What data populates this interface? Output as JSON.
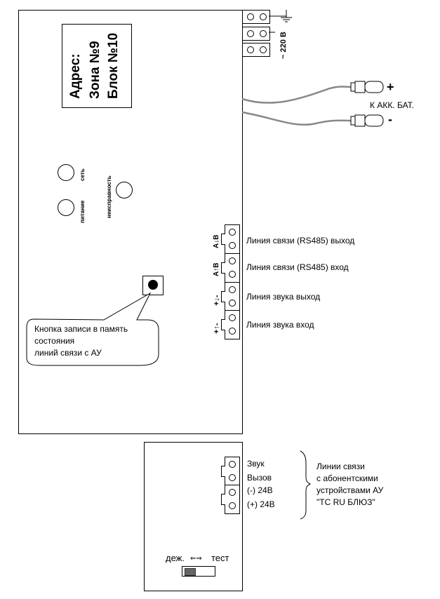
{
  "address_panel": {
    "line1": "Адрес:",
    "line2": "Зона №9",
    "line3": "Блок №10"
  },
  "leds": {
    "power": "питание",
    "network": "сеть",
    "fault": "неисправность"
  },
  "mains": {
    "label": "~ 220 В"
  },
  "battery": {
    "label": "К АКК. БАТ.",
    "plus": "+",
    "minus": "-"
  },
  "terminals": [
    {
      "marks": "A↓B",
      "label": "Линия связи (RS485) выход"
    },
    {
      "marks": "A↑B",
      "label": "Линия связи (RS485) вход"
    },
    {
      "marks": "+↓-",
      "label": "Линия звука выход"
    },
    {
      "marks": "+↑-",
      "label": "Линия звука вход"
    }
  ],
  "record_button": {
    "callout_line1": "Кнопка записи в память",
    "callout_line2": "состояния",
    "callout_line3": "линий связи с АУ"
  },
  "lower_block": {
    "terminal_labels": [
      "Звук",
      "Вызов",
      "(-)  24В",
      "(+) 24В"
    ],
    "brace_note_lines": [
      "Линии связи",
      "с абонентскими",
      "устройствами АУ",
      "\"ТС RU БЛЮЗ\""
    ],
    "switch_left": "деж.",
    "switch_arrows": "⇐⇒",
    "switch_right": "тест"
  }
}
